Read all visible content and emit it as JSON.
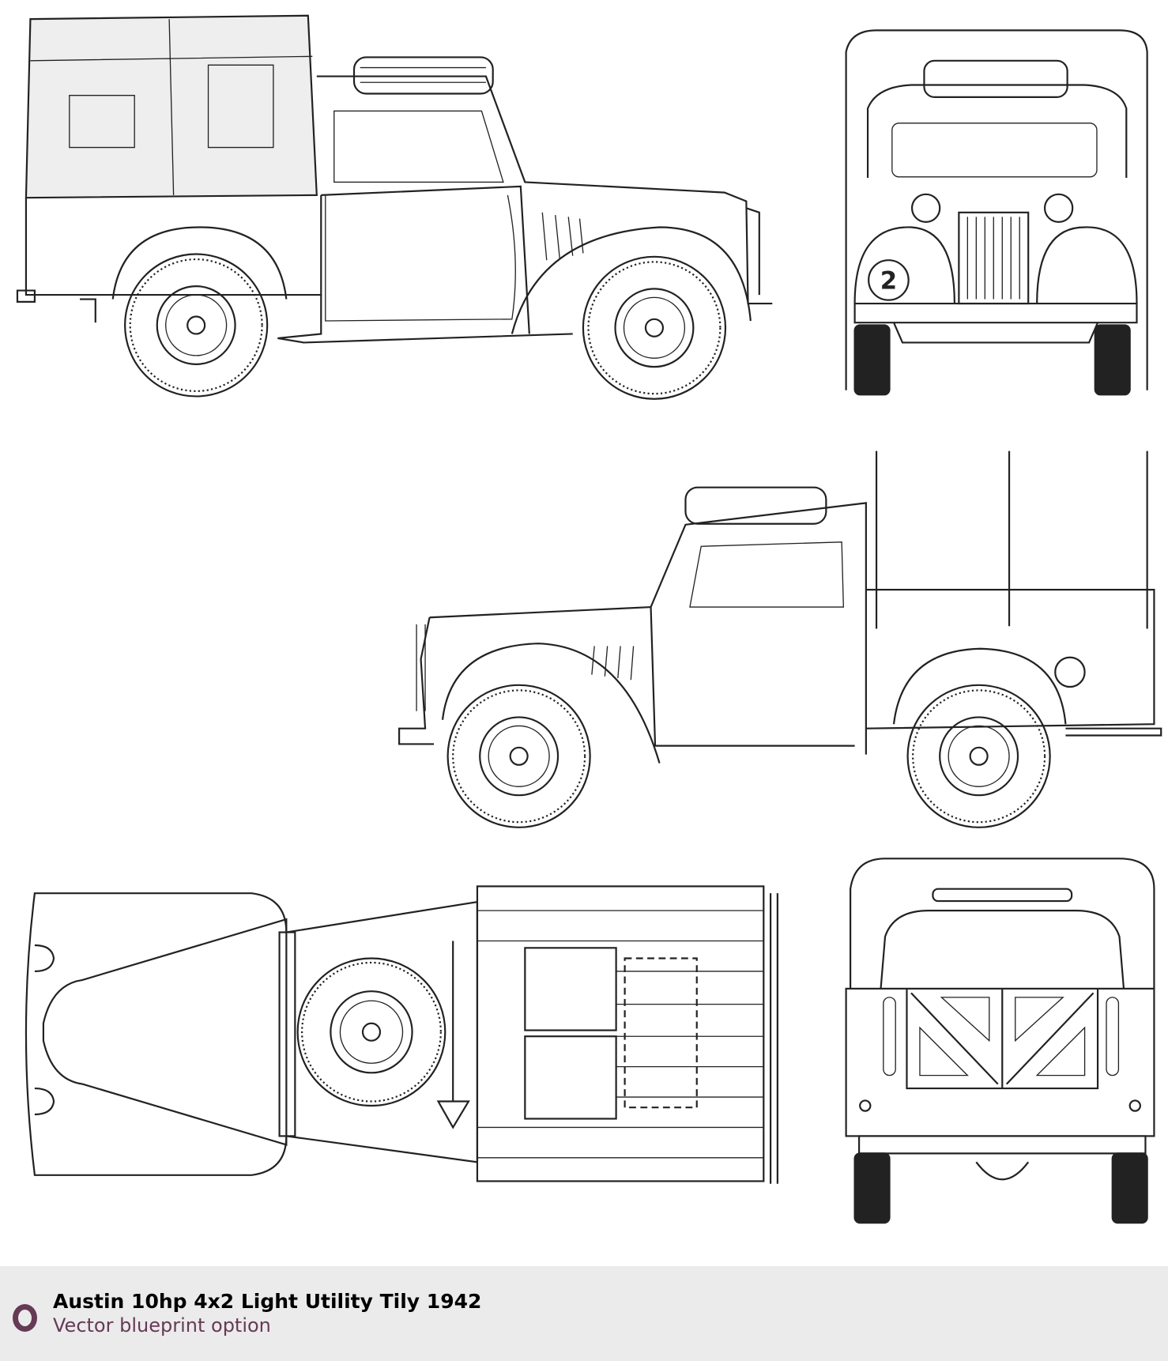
{
  "caption": {
    "title": "Austin 10hp 4x2 Light Utility Tily 1942",
    "subtitle": "Vector blueprint option",
    "icon": "ring-bullet-icon",
    "accent_color": "#653a55"
  },
  "drawing": {
    "door_number": "2"
  }
}
